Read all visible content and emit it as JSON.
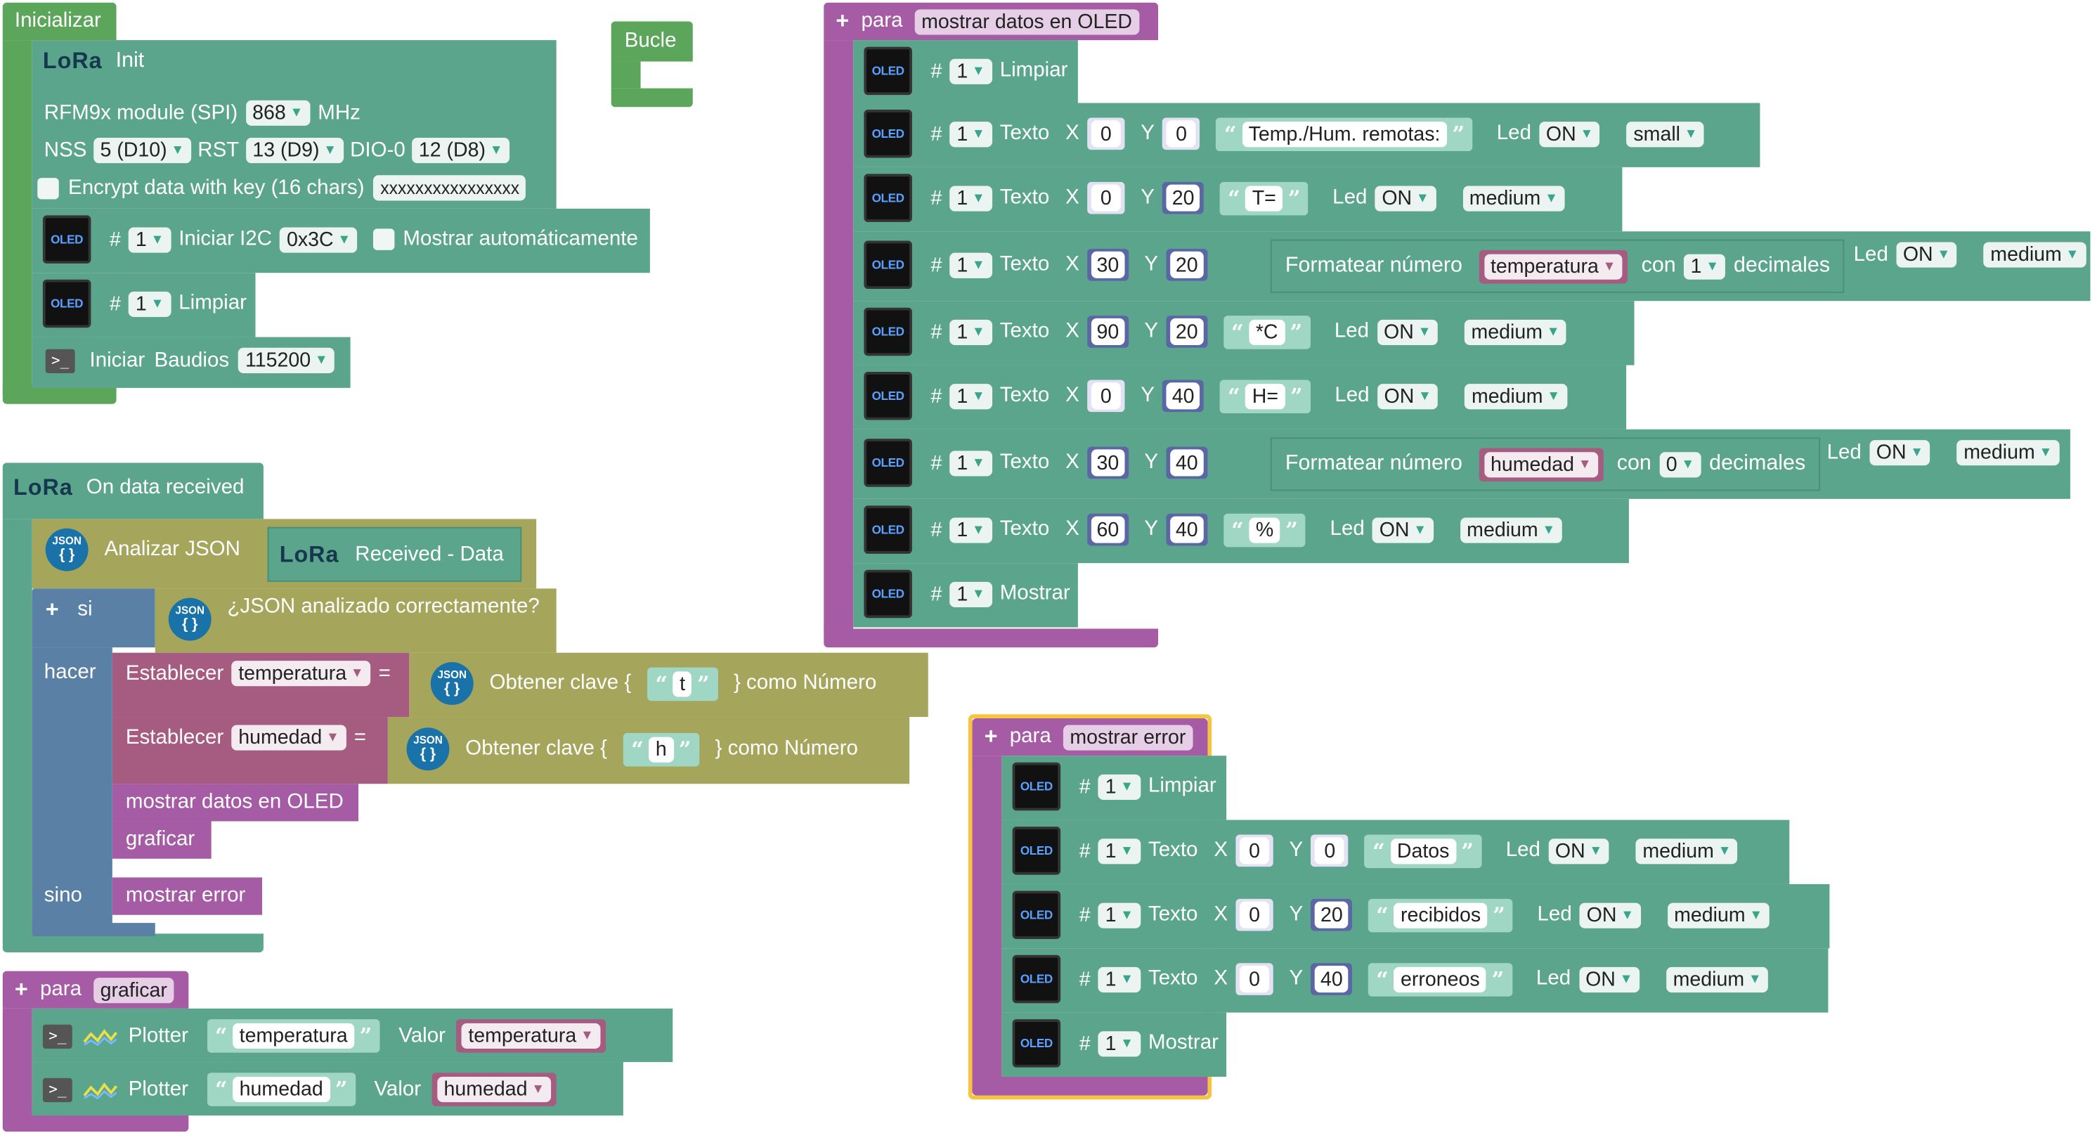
{
  "init": {
    "hat_label": "Inicializar",
    "lora_logo": "LoRa",
    "lora_init": "Init",
    "rfm_label": "RFM9x module (SPI)",
    "rfm_freq": "868",
    "rfm_unit": "MHz",
    "nss_label": "NSS",
    "nss_val": "5 (D10)",
    "rst_label": "RST",
    "rst_val": "13 (D9)",
    "dio_label": "DIO-0",
    "dio_val": "12 (D8)",
    "encrypt_label": "Encrypt data with key (16 chars)",
    "encrypt_key": "xxxxxxxxxxxxxxxx",
    "i2c_num": "1",
    "i2c_label": "Iniciar I2C",
    "i2c_addr": "0x3C",
    "auto_label": "Mostrar automáticamente",
    "limpiar_num": "1",
    "limpiar_label": "Limpiar",
    "serial_label": "Iniciar",
    "baud_label": "Baudios",
    "baud_val": "115200"
  },
  "loop": {
    "label": "Bucle"
  },
  "received": {
    "lora_logo": "LoRa",
    "hat_label": "On data received",
    "parse_label": "Analizar JSON",
    "recv_label": "Received - Data",
    "si_label": "si",
    "cond_label": "¿JSON analizado correctamente?",
    "hacer_label": "hacer",
    "set1_label": "Establecer",
    "set1_var": "temperatura",
    "eq": "=",
    "get1_label": "Obtener clave {",
    "get1_key": "t",
    "get1_suffix": "} como Número",
    "set2_label": "Establecer",
    "set2_var": "humedad",
    "get2_label": "Obtener clave {",
    "get2_key": "h",
    "get2_suffix": "} como Número",
    "call1": "mostrar datos en OLED",
    "call2": "graficar",
    "sino_label": "sino",
    "call3": "mostrar error"
  },
  "graficar": {
    "para": "para",
    "name": "graficar",
    "rows": [
      {
        "label": "Plotter",
        "str": "temperatura",
        "valor": "Valor",
        "var": "temperatura"
      },
      {
        "label": "Plotter",
        "str": "humedad",
        "valor": "Valor",
        "var": "humedad"
      }
    ]
  },
  "oled_fn": {
    "para": "para",
    "name": "mostrar datos en OLED",
    "num": "1",
    "limpiar": "Limpiar",
    "texto": "Texto",
    "x": "X",
    "y": "Y",
    "led": "Led",
    "on": "ON",
    "fmt": "Formatear número",
    "con": "con",
    "decimales": "decimales",
    "mostrar": "Mostrar",
    "rows": [
      {
        "x": "0",
        "y": "0",
        "s": "Temp./Hum. remotas:",
        "size": "small"
      },
      {
        "x": "0",
        "y": "20",
        "s": "T=",
        "size": "medium"
      },
      {
        "x": "30",
        "y": "20",
        "var": "temperatura",
        "dec": "1",
        "size": "medium"
      },
      {
        "x": "90",
        "y": "20",
        "s": "*C",
        "size": "medium"
      },
      {
        "x": "0",
        "y": "40",
        "s": "H=",
        "size": "medium"
      },
      {
        "x": "30",
        "y": "40",
        "var": "humedad",
        "dec": "0",
        "size": "medium"
      },
      {
        "x": "60",
        "y": "40",
        "s": "%",
        "size": "medium"
      }
    ]
  },
  "error_fn": {
    "para": "para",
    "name": "mostrar error",
    "num": "1",
    "limpiar": "Limpiar",
    "texto": "Texto",
    "x": "X",
    "y": "Y",
    "led": "Led",
    "on": "ON",
    "mostrar": "Mostrar",
    "rows": [
      {
        "x": "0",
        "y": "0",
        "s": "Datos",
        "size": "medium"
      },
      {
        "x": "0",
        "y": "20",
        "s": "recibidos",
        "size": "medium"
      },
      {
        "x": "0",
        "y": "40",
        "s": "erroneos",
        "size": "medium"
      }
    ]
  },
  "colors": {
    "logic": "#5ba58c",
    "setup": "#5ca65c",
    "function": "#a55ca5",
    "json": "#a5a55c",
    "variable": "#a55c80",
    "control": "#5b80a5",
    "selected_outline": "#f5c542"
  }
}
